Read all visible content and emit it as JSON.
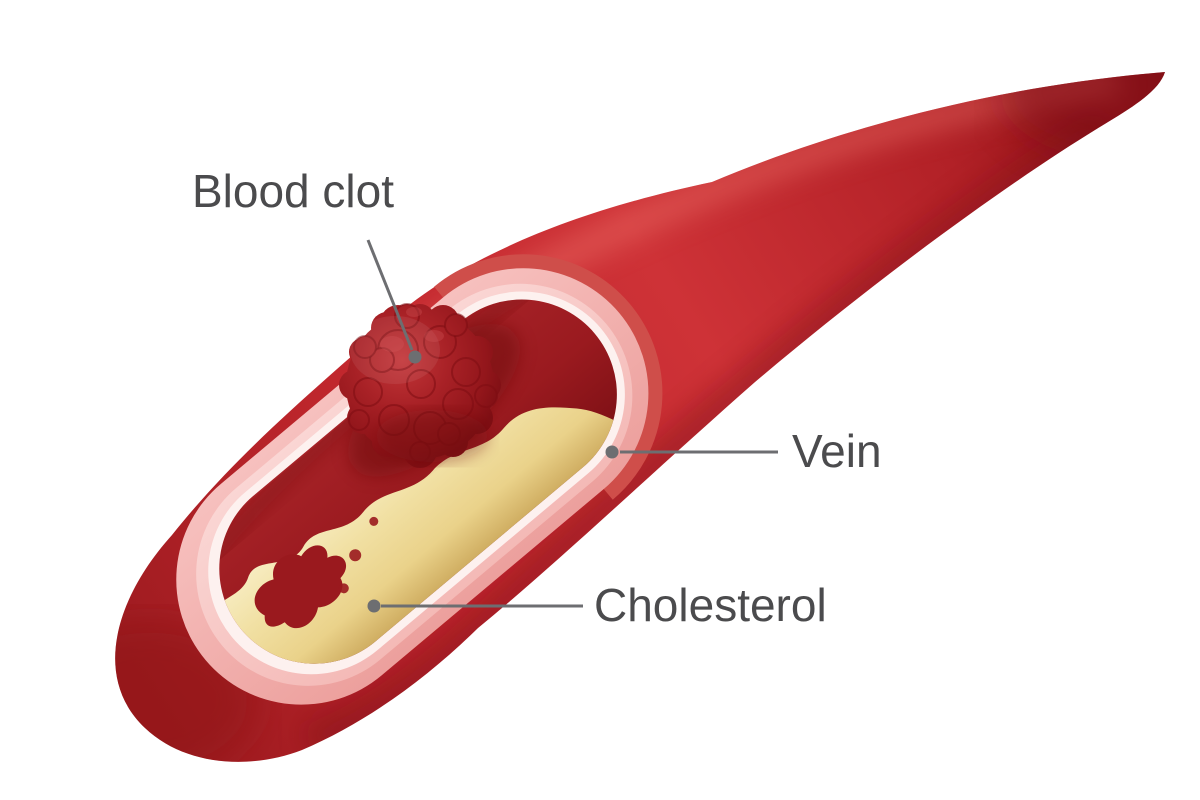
{
  "figure": {
    "labels": {
      "blood_clot": "Blood clot",
      "vein": "Vein",
      "cholesterol": "Cholesterol"
    },
    "colors": {
      "vein_red": "#c1272d",
      "vein_dark": "#8a1216",
      "wall_pink": "#ec9f9c",
      "inner_lining": "#fdf1ef",
      "blood": "#9a1a1f",
      "cholesterol": "#ead28a",
      "clot": "#a82126",
      "label_text": "#4b4b4d",
      "leader_line": "#6d6e71",
      "background": "#ffffff"
    }
  }
}
